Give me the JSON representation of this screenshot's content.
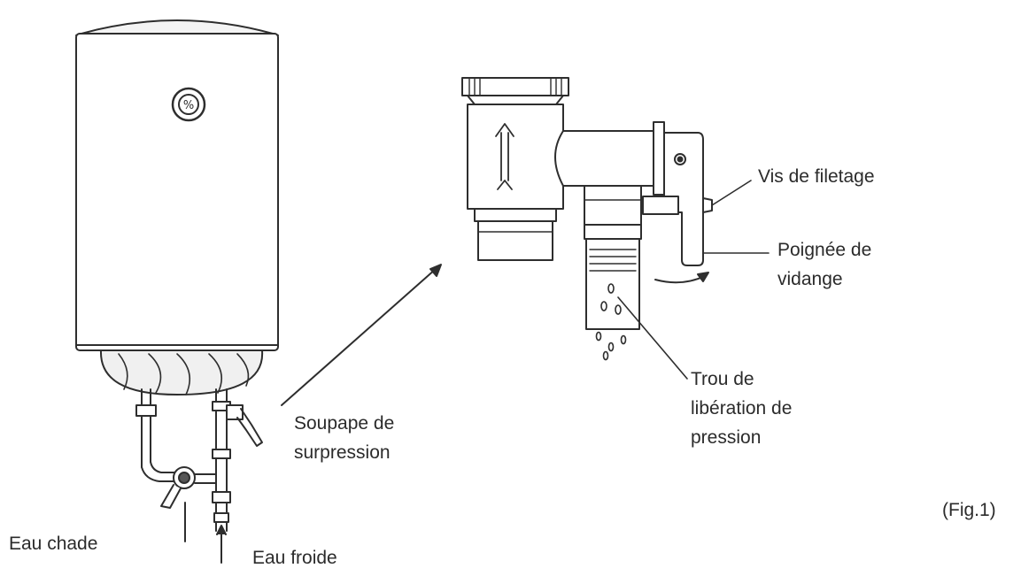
{
  "labels": {
    "vis_de_filetage": "Vis de filetage",
    "poignee_line1": "Poignée de",
    "poignee_line2": "vidange",
    "trou_line1": "Trou de",
    "trou_line2": "libération de",
    "trou_line3": "pression",
    "soupape_line1": "Soupape de",
    "soupape_line2": "surpression",
    "eau_chaude": "Eau chade",
    "eau_froide": "Eau froide",
    "figure_ref": "(Fig.1)"
  },
  "colors": {
    "line": "#2e2e2e",
    "text": "#2b2b2b",
    "background": "#ffffff"
  }
}
